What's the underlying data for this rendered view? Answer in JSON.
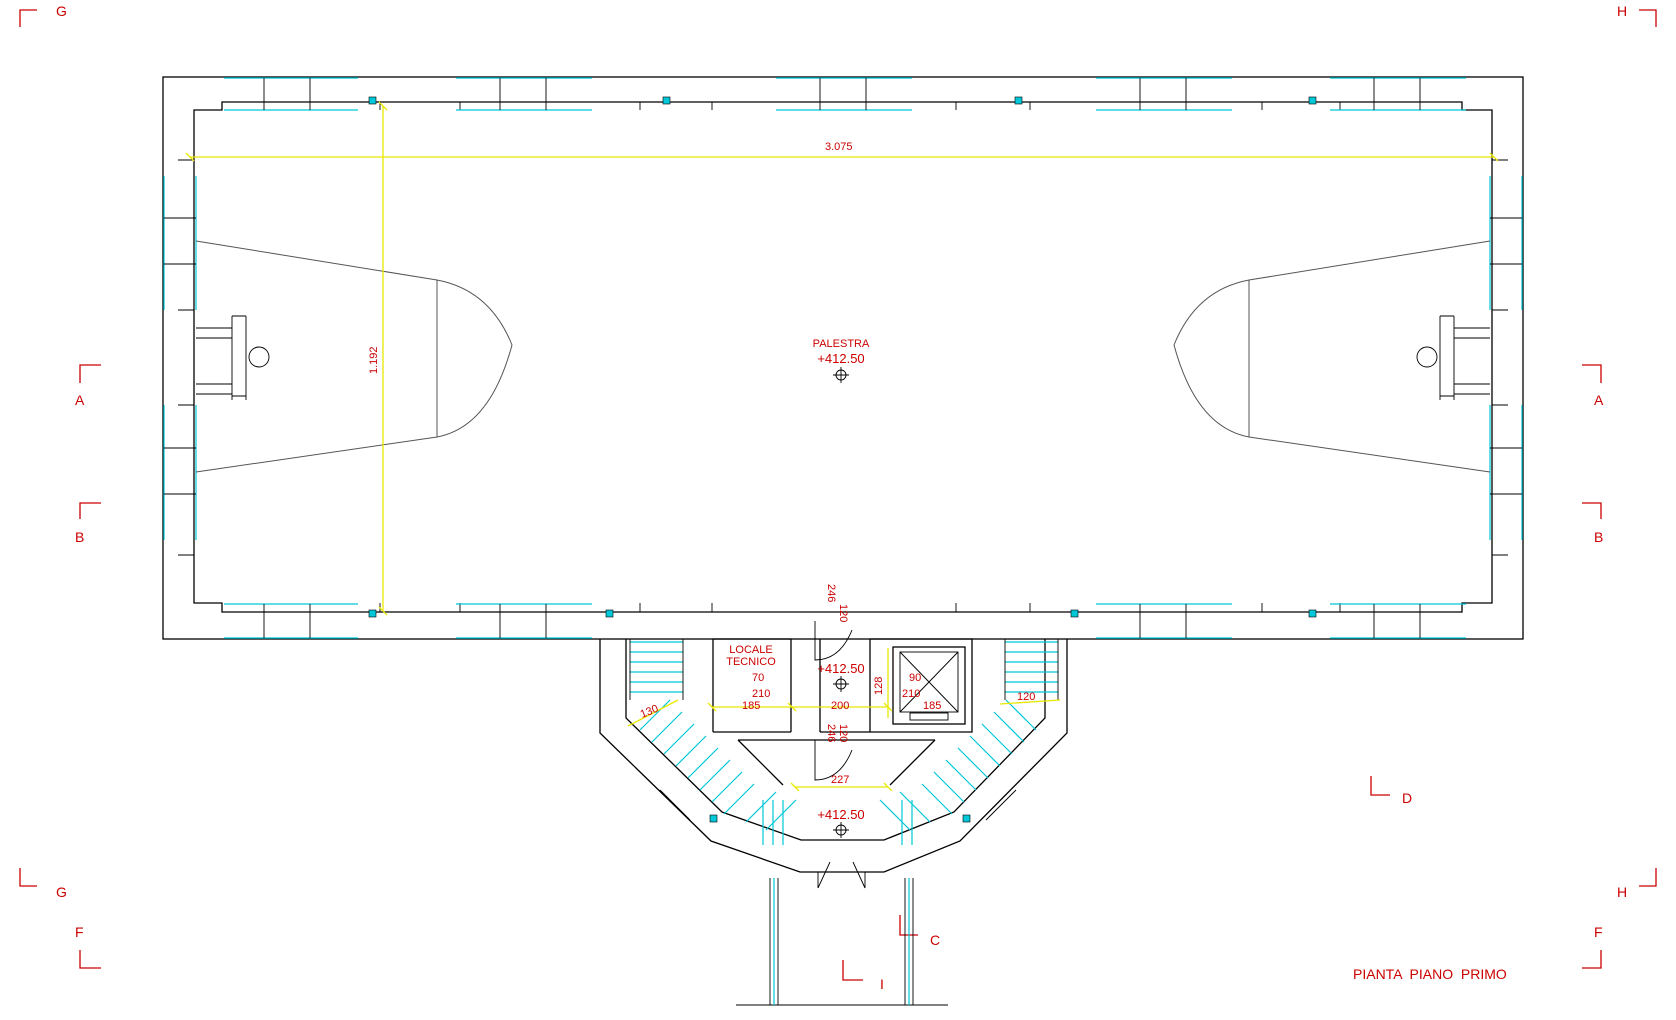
{
  "drawing_title": "PIANTA  PIANO  PRIMO",
  "section_marks": {
    "g_top": "G",
    "h_top": "H",
    "a_left": "A",
    "a_right": "A",
    "b_left": "B",
    "b_right": "B",
    "g_bottom": "G",
    "h_bottom": "H",
    "f_left": "F",
    "f_right": "F",
    "c": "C",
    "d": "D",
    "i": "I"
  },
  "rooms": {
    "gym_name": "PALESTRA",
    "gym_level": "+412.50",
    "tech_line1": "LOCALE",
    "tech_line2": "TECNICO",
    "hall_level": "+412.50",
    "entry_level": "+412.50"
  },
  "dimensions": {
    "gym_length": "3.075",
    "gym_width": "1.192",
    "door_top_a": "120",
    "door_top_b": "246",
    "tech_door_w": "70",
    "tech_door_h": "210",
    "tech_width": "185",
    "hall_width": "200",
    "hall_depth": "128",
    "lift_door_w": "90",
    "lift_door_h": "210",
    "lift_width": "185",
    "door_bot_a": "120",
    "door_bot_b": "246",
    "stair_left": "130",
    "stair_right": "120",
    "landing": "227"
  },
  "colors": {
    "walls": "#000000",
    "windows": "#00c8d8",
    "dimension_lines": "#e8e800",
    "annotations": "#cc0000"
  }
}
